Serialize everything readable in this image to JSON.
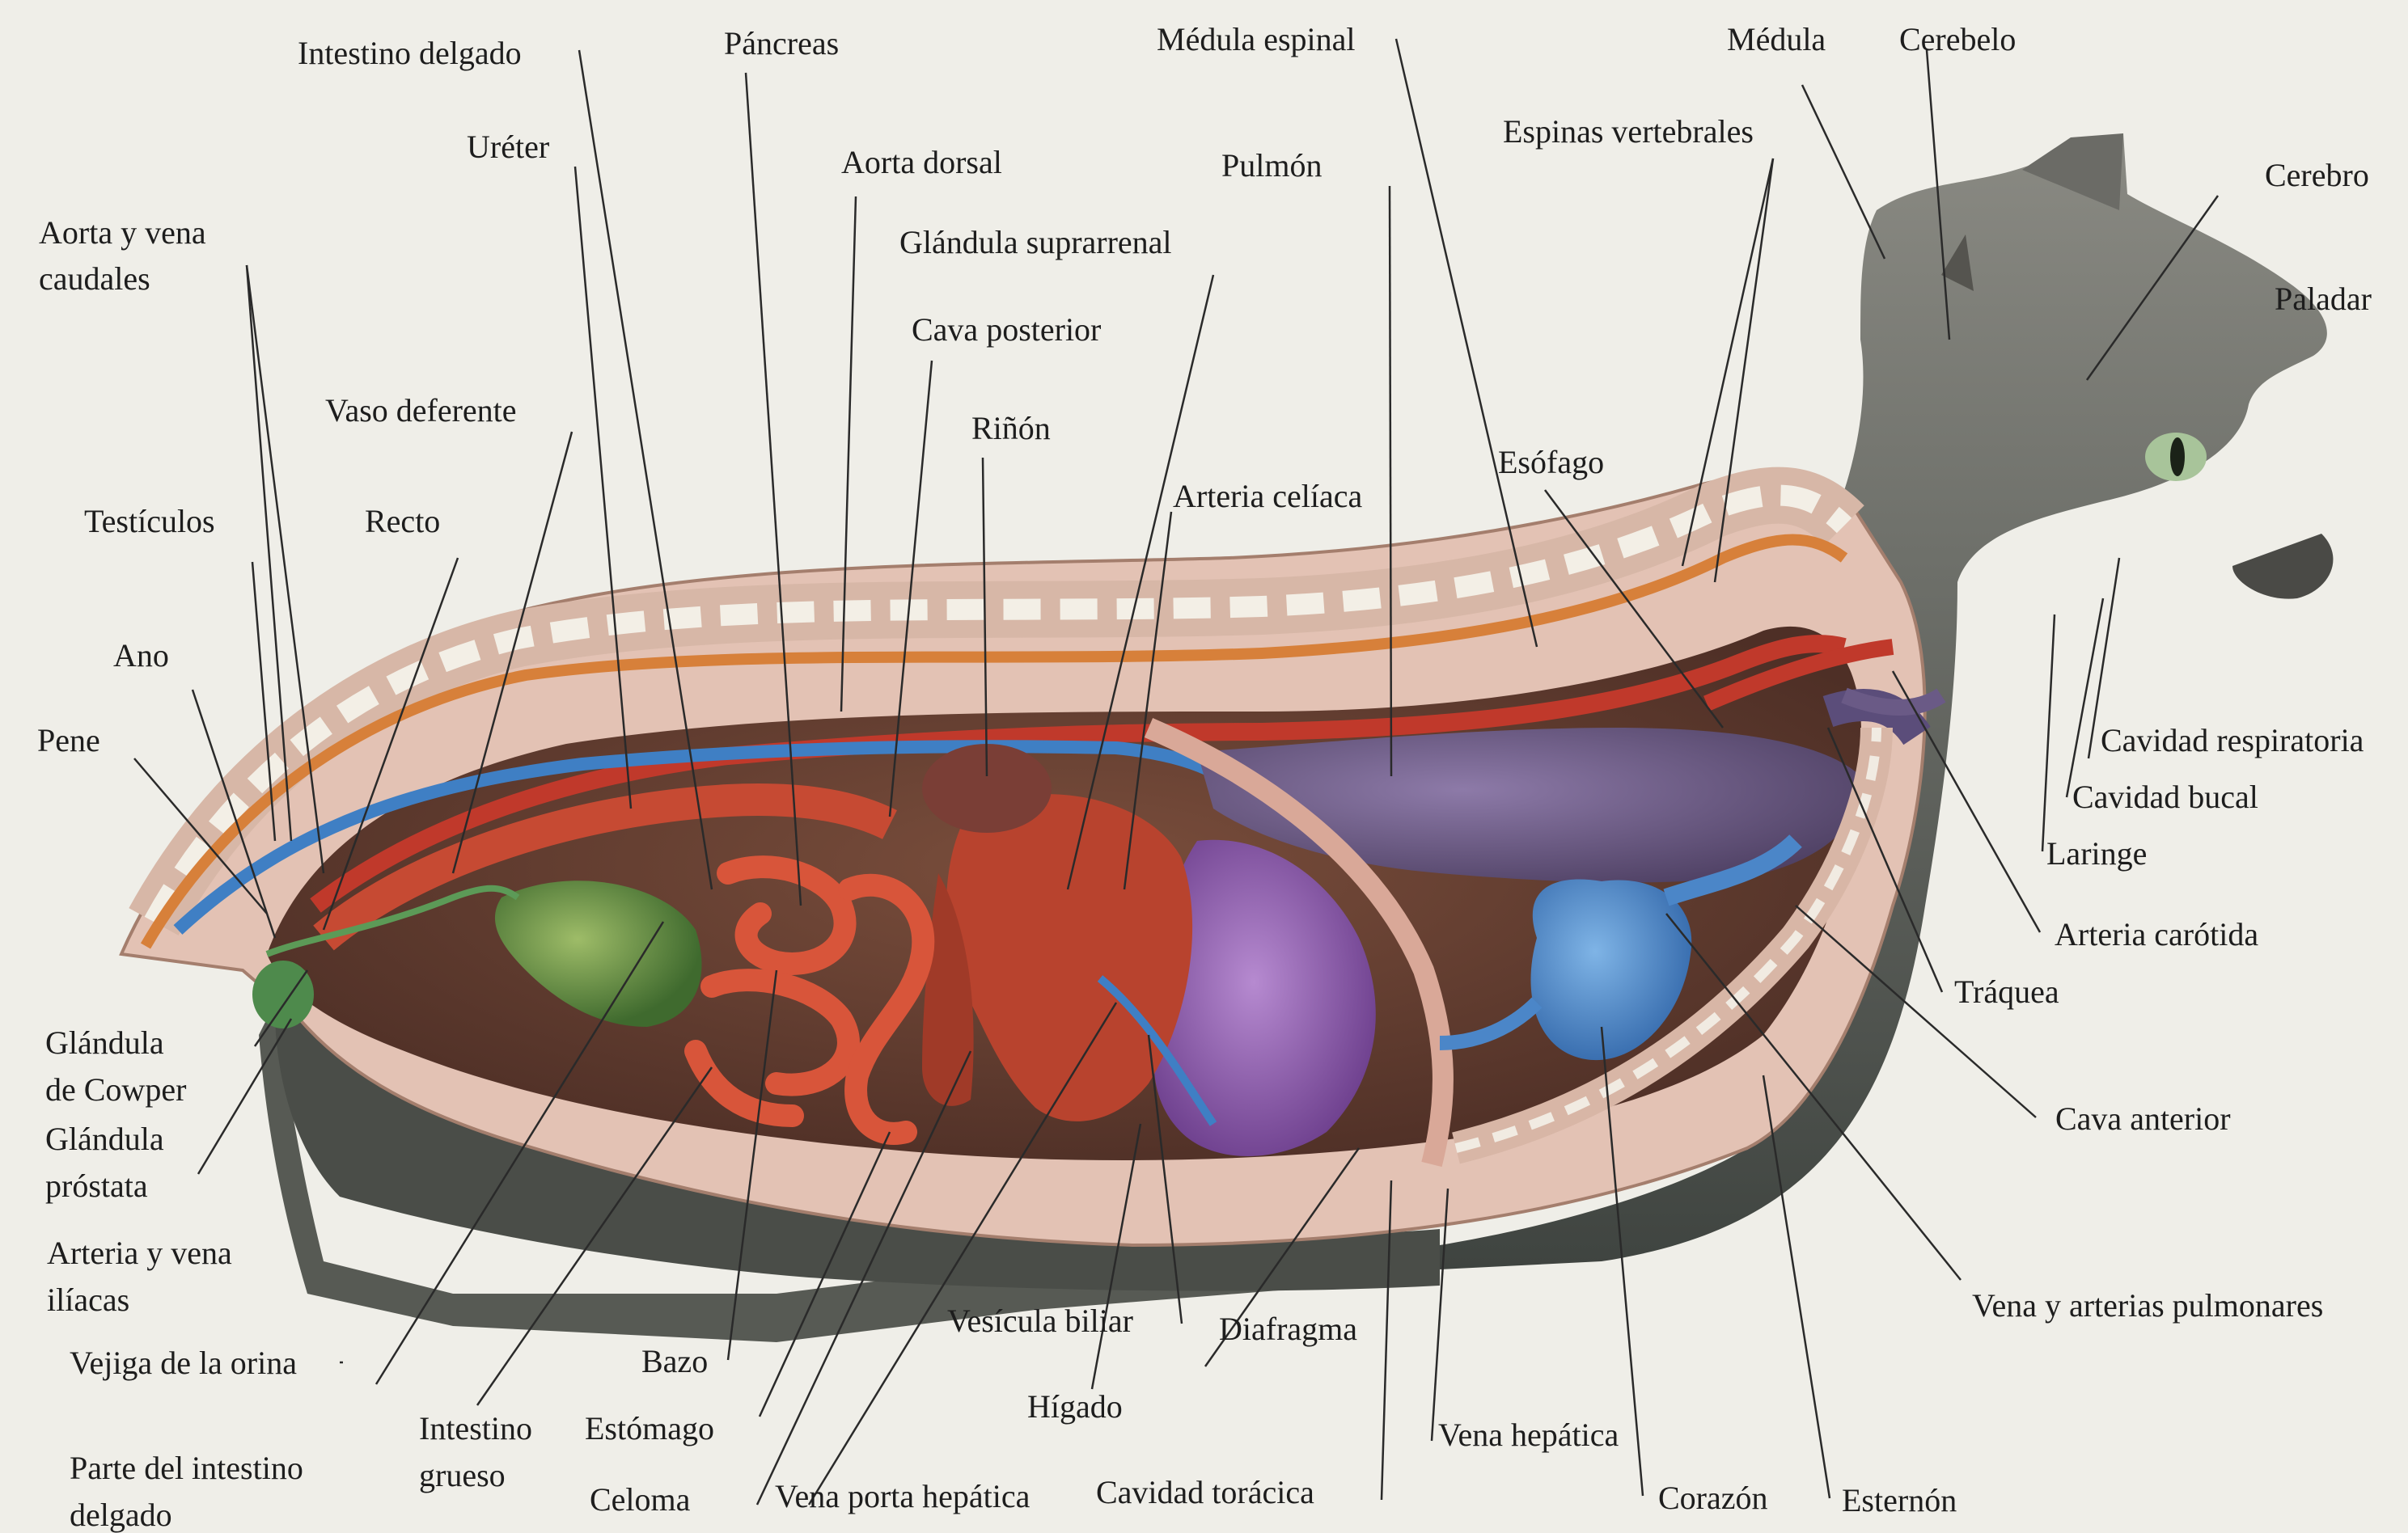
{
  "labels": {
    "intestino_delgado": "Intestino delgado",
    "pancreas": "Páncreas",
    "medula_espinal": "Médula espinal",
    "medula": "Médula",
    "cerebelo": "Cerebelo",
    "ureter": "Uréter",
    "aorta_dorsal": "Aorta dorsal",
    "pulmon": "Pulmón",
    "espinas_vertebrales": "Espinas vertebrales",
    "cerebro": "Cerebro",
    "aorta_vena_caudales_1": "Aorta y vena",
    "aorta_vena_caudales_2": "caudales",
    "glandula_suprarrenal": "Glándula suprarrenal",
    "paladar": "Paladar",
    "cava_posterior": "Cava posterior",
    "vaso_deferente": "Vaso deferente",
    "rinon": "Riñón",
    "esofago": "Esófago",
    "arteria_celiaca": "Arteria celíaca",
    "testiculos": "Testículos",
    "recto": "Recto",
    "ano": "Ano",
    "pene": "Pene",
    "cavidad_respiratoria": "Cavidad respiratoria",
    "cavidad_bucal": "Cavidad bucal",
    "laringe": "Laringe",
    "arteria_carotida": "Arteria carótida",
    "traquea": "Tráquea",
    "glandula_cowper_1": "Glándula",
    "glandula_cowper_2": "de Cowper",
    "glandula_prostata_1": "Glándula",
    "glandula_prostata_2": "próstata",
    "cava_anterior": "Cava anterior",
    "arteria_vena_iliacas_1": "Arteria y vena",
    "arteria_vena_iliacas_2": "ilíacas",
    "vena_arterias_pulmonares": "Vena y arterias pulmonares",
    "vesicula_biliar": "Vesícula biliar",
    "diafragma": "Diafragma",
    "vejiga_orina": "Vejiga de la orina",
    "bazo": "Bazo",
    "higado": "Hígado",
    "intestino_grueso_1": "Intestino",
    "intestino_grueso_2": "grueso",
    "estomago": "Estómago",
    "vena_hepatica": "Vena hepática",
    "parte_intestino_delgado_1": "Parte del intestino",
    "parte_intestino_delgado_2": "delgado",
    "celoma": "Celoma",
    "vena_porta_hepatica": "Vena porta hepática",
    "cavidad_toracica": "Cavidad torácica",
    "corazon": "Corazón",
    "esternon": "Esternón"
  }
}
